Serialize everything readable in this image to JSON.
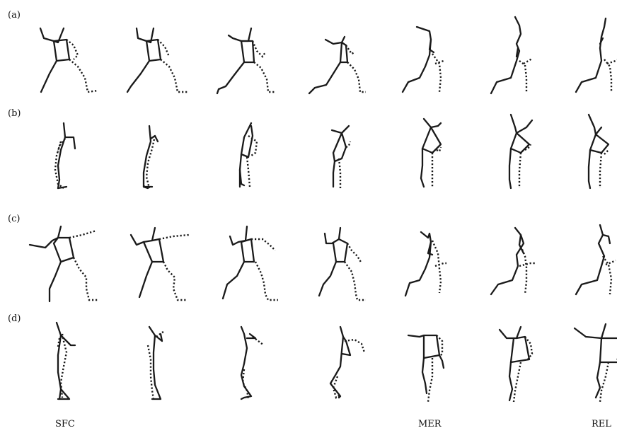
{
  "figure": {
    "row_labels": [
      "(a)",
      "(b)",
      "(c)",
      "(d)"
    ],
    "column_labels": [
      "SFC",
      "MER",
      "REL"
    ]
  }
}
